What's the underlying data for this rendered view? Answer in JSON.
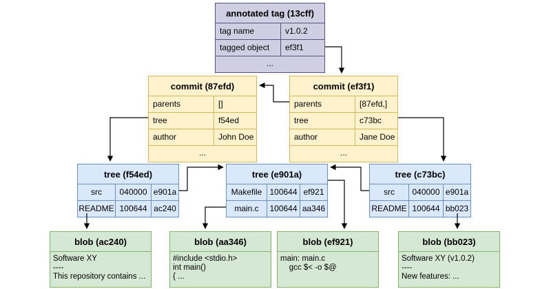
{
  "tag": {
    "title": "annotated tag (13cff)",
    "rows": [
      {
        "key": "tag name",
        "value": "v1.0.2"
      },
      {
        "key": "tagged object",
        "value": "ef3f1"
      }
    ],
    "more": "..."
  },
  "commits": [
    {
      "title": "commit (87efd)",
      "rows": [
        {
          "key": "parents",
          "value": "[]"
        },
        {
          "key": "tree",
          "value": "f54ed"
        },
        {
          "key": "author",
          "value": "John Doe"
        }
      ],
      "more": "..."
    },
    {
      "title": "commit (ef3f1)",
      "rows": [
        {
          "key": "parents",
          "value": "[87efd,]"
        },
        {
          "key": "tree",
          "value": "c73bc"
        },
        {
          "key": "author",
          "value": "Jane Doe"
        }
      ],
      "more": "..."
    }
  ],
  "trees": [
    {
      "title": "tree (f54ed)",
      "rows": [
        {
          "name": "src",
          "mode": "040000",
          "hash": "e901a"
        },
        {
          "name": "README",
          "mode": "100644",
          "hash": "ac240"
        }
      ]
    },
    {
      "title": "tree (e901a)",
      "rows": [
        {
          "name": "Makefile",
          "mode": "100644",
          "hash": "ef921"
        },
        {
          "name": "main.c",
          "mode": "100644",
          "hash": "aa346"
        }
      ]
    },
    {
      "title": "tree (c73bc)",
      "rows": [
        {
          "name": "src",
          "mode": "040000",
          "hash": "e901a"
        },
        {
          "name": "README",
          "mode": "100644",
          "hash": "bb023"
        }
      ]
    }
  ],
  "blobs": [
    {
      "title": "blob (ac240)",
      "content": "Software XY\n----\nThis repository contains ..."
    },
    {
      "title": "blob (aa346)",
      "content": "#include <stdio.h>\nint main()\n{ ..."
    },
    {
      "title": "blob (ef921)",
      "content": "main: main.c\n    gcc $< -o $@"
    },
    {
      "title": "blob (bb023)",
      "content": "Software XY (v1.0.2)\n----\nNew features: ..."
    }
  ],
  "colors": {
    "tag_fill": "#d0cee2",
    "tag_stroke": "#56517e",
    "commit_fill": "#fff2cc",
    "commit_stroke": "#d6b656",
    "tree_fill": "#dae8fc",
    "tree_stroke": "#6c8ebf",
    "blob_fill": "#d5e8d4",
    "blob_stroke": "#82b366",
    "edge": "#000000"
  }
}
